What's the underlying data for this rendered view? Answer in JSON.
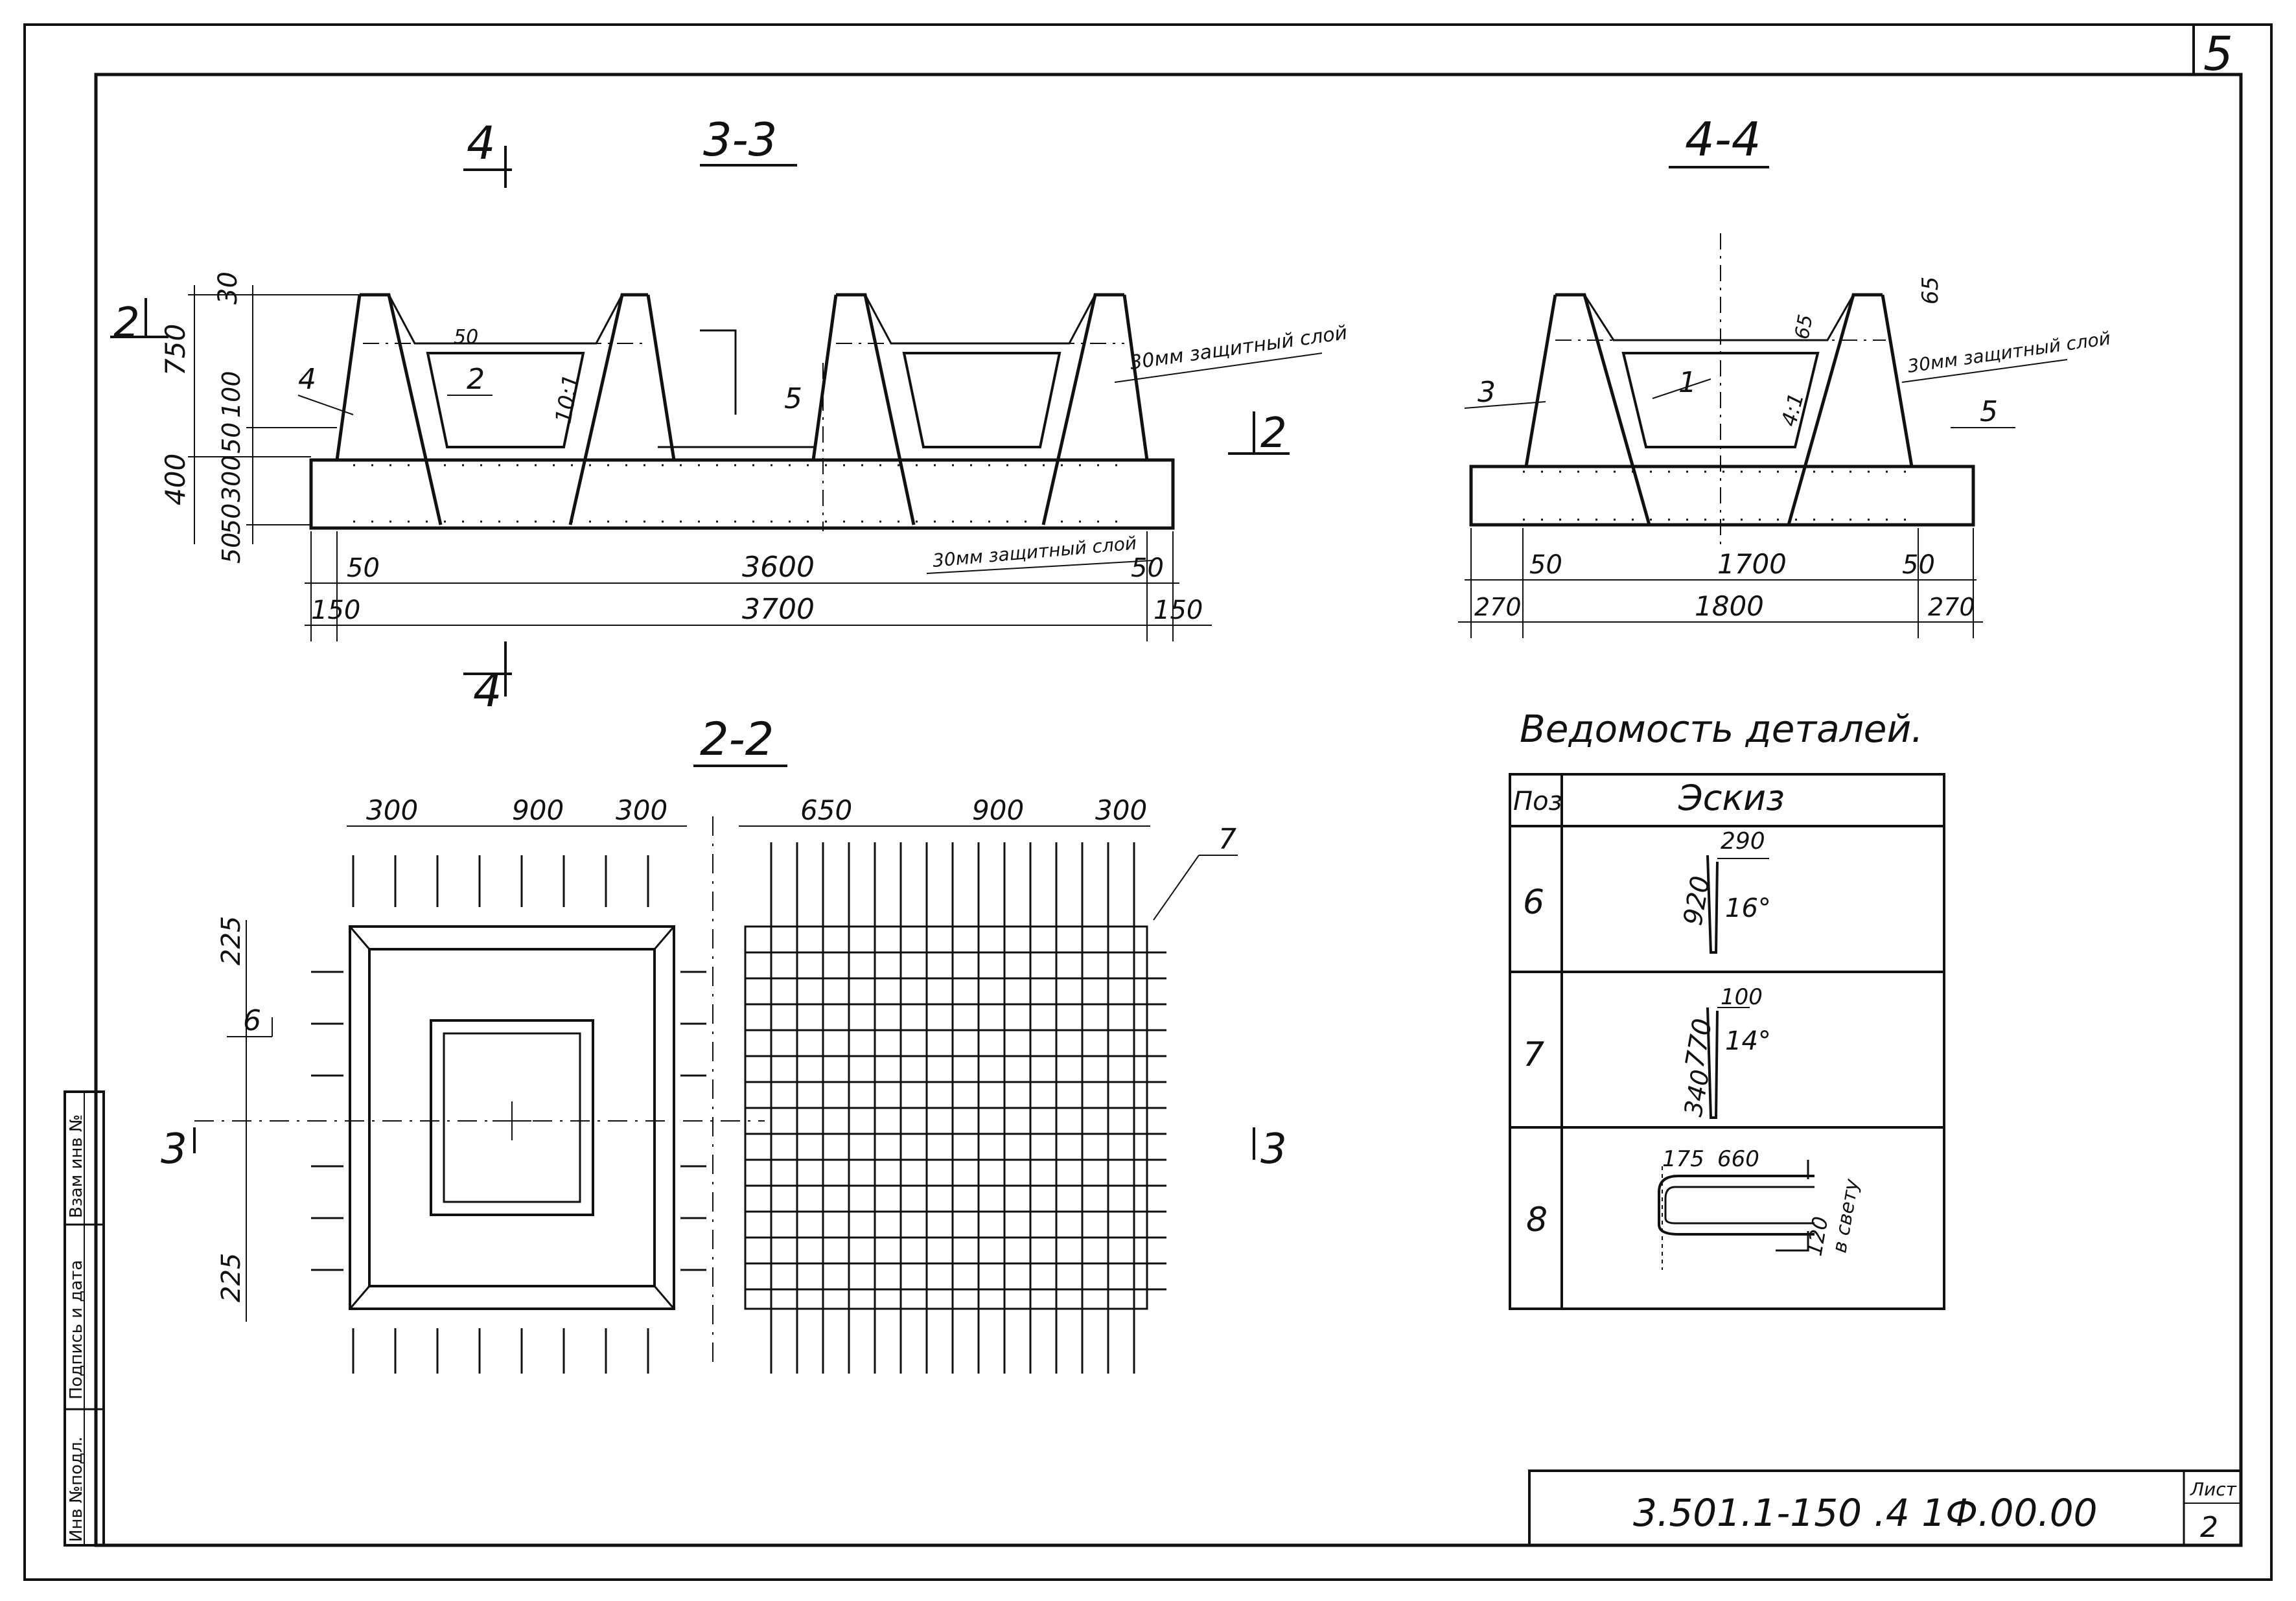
{
  "sheet_corner_number": "5",
  "sections": {
    "s33": {
      "title": "3-3",
      "mark_top": "4",
      "mark_bottom": "4",
      "mark_left": "2",
      "mark_right": "2"
    },
    "s44": {
      "title": "4-4"
    },
    "s22": {
      "title": "2-2",
      "mark_left": "3",
      "mark_right": "3"
    }
  },
  "dims_33": {
    "h_top": "30",
    "h_750": "750",
    "h_100": "100",
    "h_50a": "50",
    "h_400": "400",
    "h_300": "300",
    "h_50b": "50",
    "h_50c": "50",
    "slope": "10:1",
    "bot_50l": "50",
    "bot_3600": "3600",
    "bot_50r": "50",
    "bot_150l": "150",
    "bot_3700": "3700",
    "bot_150r": "150",
    "cover_upper": "30мм защитный слой",
    "cover_lower": "30мм защитный слой",
    "pos_4": "4",
    "pos_2": "2",
    "pos_5": "5",
    "inner_50": "50"
  },
  "dims_44": {
    "h_65": "65",
    "h_65b": "65",
    "slope": "4:1",
    "cover": "30мм защитный слой",
    "pos_3": "3",
    "pos_1": "1",
    "pos_5": "5",
    "bot_50l": "50",
    "bot_1700": "1700",
    "bot_50r": "50",
    "bot_270l": "270",
    "bot_1800": "1800",
    "bot_270r": "270"
  },
  "dims_22": {
    "top_300a": "300",
    "top_900a": "900",
    "top_300b": "300",
    "top_650": "650",
    "top_900b": "900",
    "top_300c": "300",
    "side_225a": "225",
    "side_225b": "225",
    "pos_6": "6",
    "pos_7": "7"
  },
  "schedule": {
    "title": "Ведомость деталей.",
    "col_pos": "Поз",
    "col_sketch": "Эскиз",
    "rows": [
      {
        "pos": "6",
        "d1": "920",
        "d2": "290",
        "angle": "16°"
      },
      {
        "pos": "7",
        "d1": "770",
        "d2": "100",
        "d3": "340",
        "angle": "14°"
      },
      {
        "pos": "8",
        "d1": "175",
        "d2": "660",
        "d3": "120",
        "note": "в свету"
      }
    ]
  },
  "side_stamp": [
    "Инв №подл.",
    "Подпись и дата",
    "Взам инв №"
  ],
  "title_block": {
    "code": "3.501.1-150 .4 1Ф.00.00",
    "sheet_label": "Лист",
    "sheet_no": "2"
  }
}
